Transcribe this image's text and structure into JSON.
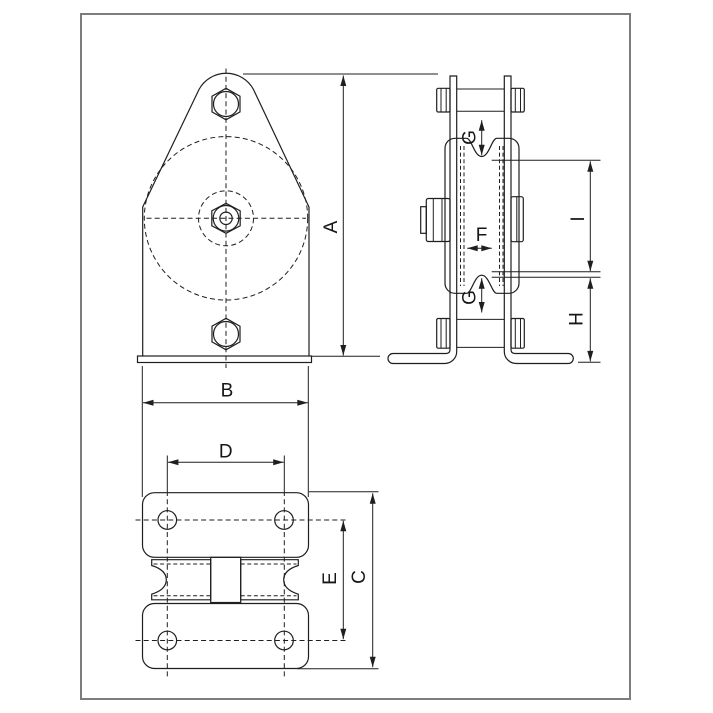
{
  "drawing": {
    "type": "technical-dimension-drawing",
    "part": "swivel-flat-mount-pulley-block",
    "views": [
      "front",
      "side",
      "plan"
    ],
    "line_color": "#1f1f1f",
    "border_color": "#7d7d7d",
    "background": "#ffffff"
  },
  "dimensions": {
    "overall_height": "A",
    "overall_width": "B",
    "plan_length": "C",
    "hole_pitch": "D",
    "hole_row_pitch": "E",
    "groove_width": "F",
    "groove_clearance_top": "G",
    "groove_clearance_bottom": "G",
    "base_to_groove": "H",
    "sheave_span": "I"
  }
}
